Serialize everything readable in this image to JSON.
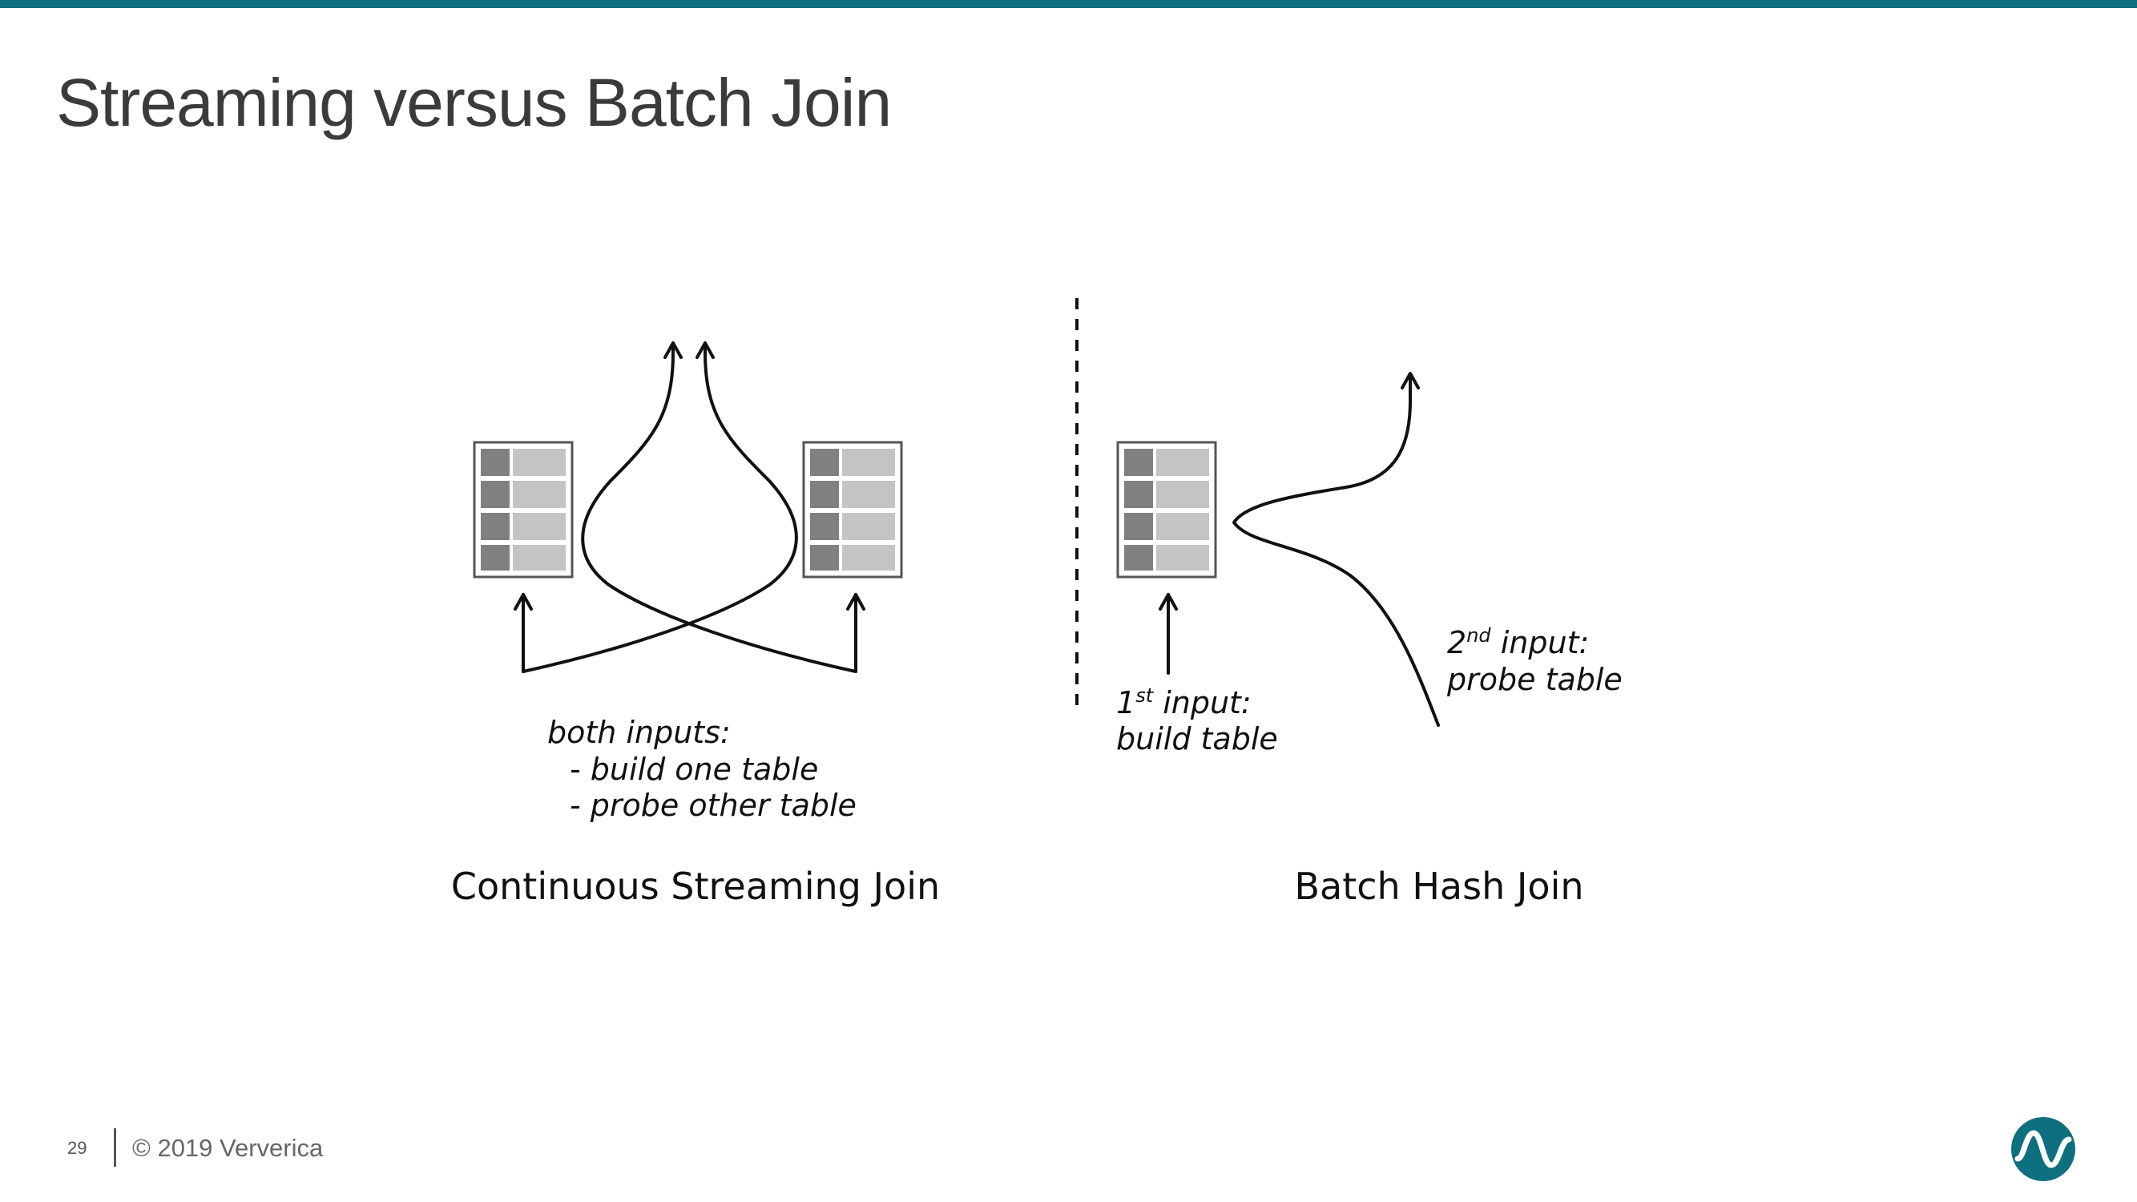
{
  "slide": {
    "title": "Streaming versus Batch Join",
    "page_number": "29",
    "copyright": "© 2019 Ververica",
    "accent_color": "#0e6f7e"
  },
  "diagram": {
    "left": {
      "note_line1": "both inputs:",
      "note_line2": "- build one table",
      "note_line3": "- probe other table",
      "caption": "Continuous Streaming Join"
    },
    "right": {
      "first_num": "1",
      "first_sup": "st",
      "first_rest": " input:",
      "first_line2": "build table",
      "second_num": "2",
      "second_sup": "nd",
      "second_rest": " input:",
      "second_line2": "probe table",
      "caption": "Batch Hash Join"
    }
  },
  "icons": {
    "table": "hash-table-icon",
    "logo": "ververica-logo-icon"
  }
}
